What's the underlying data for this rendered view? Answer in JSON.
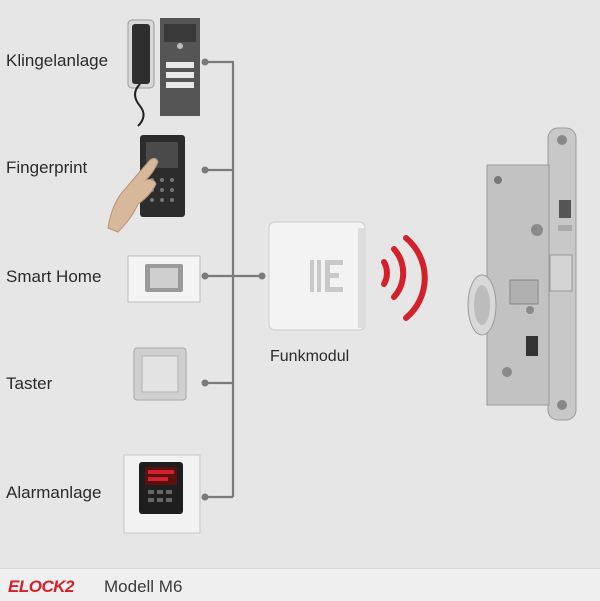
{
  "inputs": [
    {
      "label": "Klingelanlage"
    },
    {
      "label": "Fingerprint"
    },
    {
      "label": "Smart Home"
    },
    {
      "label": "Taster"
    },
    {
      "label": "Alarmanlage"
    }
  ],
  "hub": {
    "label": "Funkmodul"
  },
  "footer": {
    "brand": "ELOCK2",
    "model": "Modell M6"
  },
  "colors": {
    "accent": "#d2212a",
    "line": "#7a7a7a",
    "background": "#e6e6e6"
  },
  "icons": [
    "doorbell-intercom-icon",
    "fingerprint-reader-icon",
    "smart-home-panel-icon",
    "switch-button-icon",
    "alarm-panel-icon",
    "radio-module-icon",
    "wireless-signal-icon",
    "mortise-lock-icon"
  ]
}
